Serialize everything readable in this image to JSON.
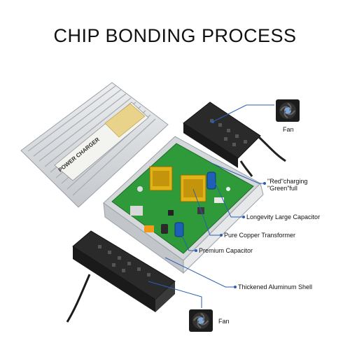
{
  "headline": "CHIP BONDING PROCESS",
  "colors": {
    "pcb": "#2f9a3a",
    "callout_line": "#2b5fb0",
    "transformer": "#e2b316",
    "heatsink": "#2a2a2a",
    "shell": "#e0e2e4"
  },
  "product": {
    "case_label": "POWER CHARGER"
  },
  "callouts": {
    "fan_top": "Fan",
    "led_line1": "\"Red\"charging",
    "led_line2": "\"Green\"full",
    "capacitor_large": "Longevity Large Capacitor",
    "transformer": "Pure Copper Transformer",
    "capacitor_premium": "Premium Capacitor",
    "shell": "Thickened Aluminum Shell",
    "fan_bottom": "Fan"
  },
  "icons": {
    "fan": "cooling-fan-icon",
    "pointer_dot": "callout-dot-icon"
  }
}
